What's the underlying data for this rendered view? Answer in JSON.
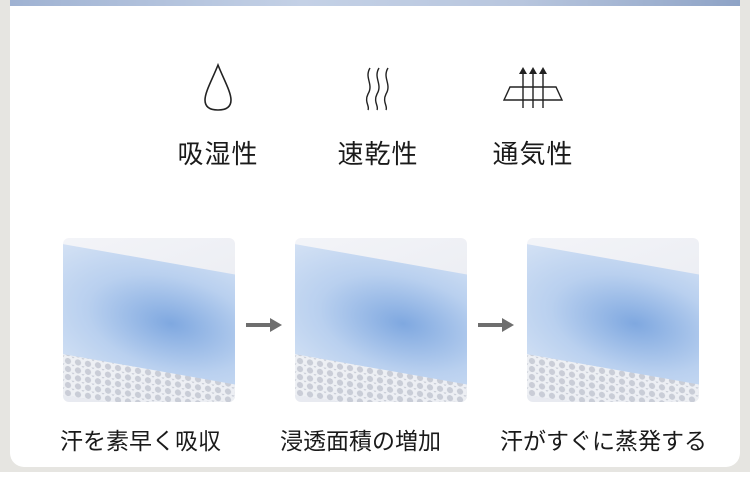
{
  "features": [
    {
      "icon": "water-drop-icon",
      "label": "吸湿性"
    },
    {
      "icon": "steam-waves-icon",
      "label": "速乾性"
    },
    {
      "icon": "breathable-arrows-icon",
      "label": "通気性"
    }
  ],
  "steps": [
    {
      "caption": "汗を素早く吸収"
    },
    {
      "caption": "浸透面積の増加"
    },
    {
      "caption": "汗がすぐに蒸発する"
    }
  ],
  "colors": {
    "accent": "#9fb2d2",
    "fabric": "#7fa8e0",
    "arrow": "#6e6e6e"
  }
}
